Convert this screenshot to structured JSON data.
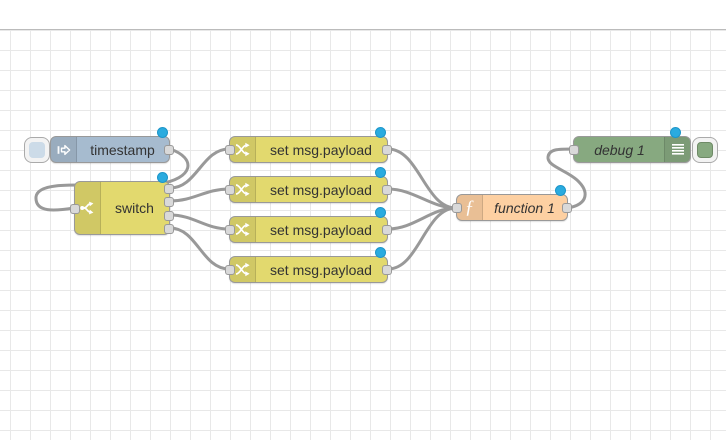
{
  "workspace": {
    "description": "flow editor canvas with grid",
    "grid_visible": true
  },
  "nodes": {
    "inject": {
      "type": "inject",
      "label": "timestamp",
      "modified": true
    },
    "switch": {
      "type": "switch",
      "label": "switch",
      "outputs": 4,
      "modified": true
    },
    "change1": {
      "type": "change",
      "label": "set msg.payload",
      "modified": true
    },
    "change2": {
      "type": "change",
      "label": "set msg.payload",
      "modified": true
    },
    "change3": {
      "type": "change",
      "label": "set msg.payload",
      "modified": true
    },
    "change4": {
      "type": "change",
      "label": "set msg.payload",
      "modified": true
    },
    "function": {
      "type": "function",
      "label": "function 1",
      "modified": true
    },
    "debug": {
      "type": "debug",
      "label": "debug 1",
      "modified": true
    }
  },
  "icons": {
    "function_glyph": "ƒ"
  },
  "wires": [
    {
      "from": "timestamp",
      "to": "switch"
    },
    {
      "from": "switch output 1",
      "to": "set msg.payload 1"
    },
    {
      "from": "switch output 2",
      "to": "set msg.payload 2"
    },
    {
      "from": "switch output 3",
      "to": "set msg.payload 3"
    },
    {
      "from": "switch output 4",
      "to": "set msg.payload 4"
    },
    {
      "from": "set msg.payload 1",
      "to": "function 1"
    },
    {
      "from": "set msg.payload 2",
      "to": "function 1"
    },
    {
      "from": "set msg.payload 3",
      "to": "function 1"
    },
    {
      "from": "set msg.payload 4",
      "to": "function 1"
    },
    {
      "from": "function 1",
      "to": "debug 1"
    }
  ],
  "colors": {
    "inject_node": "#a6bbcf",
    "inject_button_inner": "#ccdbe8",
    "switch_node": "#e2d96e",
    "change_node": "#e2d96e",
    "function_node": "#fdd0a2",
    "debug_node": "#87a980",
    "wire": "#999999",
    "port": "#d9d9d9",
    "modified_dot": "#2aabdf",
    "grid_line": "#e8e8e8"
  }
}
